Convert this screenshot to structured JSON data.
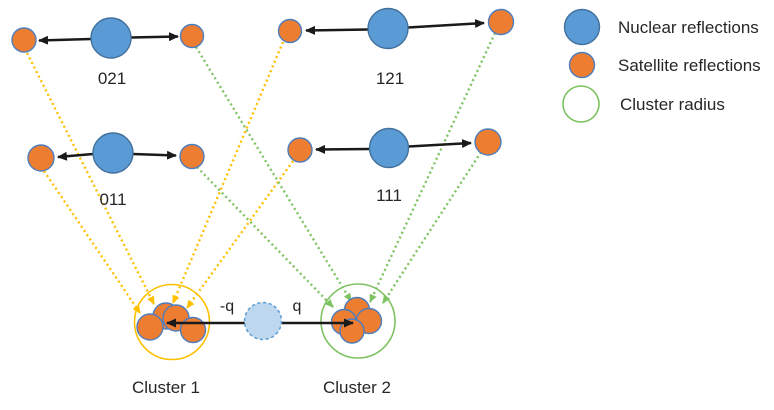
{
  "groups": [
    {
      "label": "021"
    },
    {
      "label": "121"
    },
    {
      "label": "011"
    },
    {
      "label": "111"
    }
  ],
  "clusters": [
    {
      "label": "Cluster 1"
    },
    {
      "label": "Cluster 2"
    }
  ],
  "q_labels": {
    "minus": "-q",
    "plus": "q"
  },
  "legend": {
    "items": [
      {
        "icon": "nuclear-reflection-circle",
        "label": "Nuclear reflections"
      },
      {
        "icon": "satellite-reflection-circle",
        "label": "Satellite reflections"
      },
      {
        "icon": "cluster-radius-ring",
        "label": "Cluster radius"
      }
    ]
  },
  "colors": {
    "nuclear_fill": "#5B9BD5",
    "nuclear_stroke": "#41719C",
    "satellite_fill": "#ED7D31",
    "satellite_stroke": "#4D7EBF",
    "cluster1_ring": "#FFC000",
    "cluster2_ring": "#7EC262",
    "origin_fill": "#BDD7EE",
    "origin_stroke": "#5B9BD5",
    "arrow": "#1A1A1A",
    "text": "#262626"
  }
}
